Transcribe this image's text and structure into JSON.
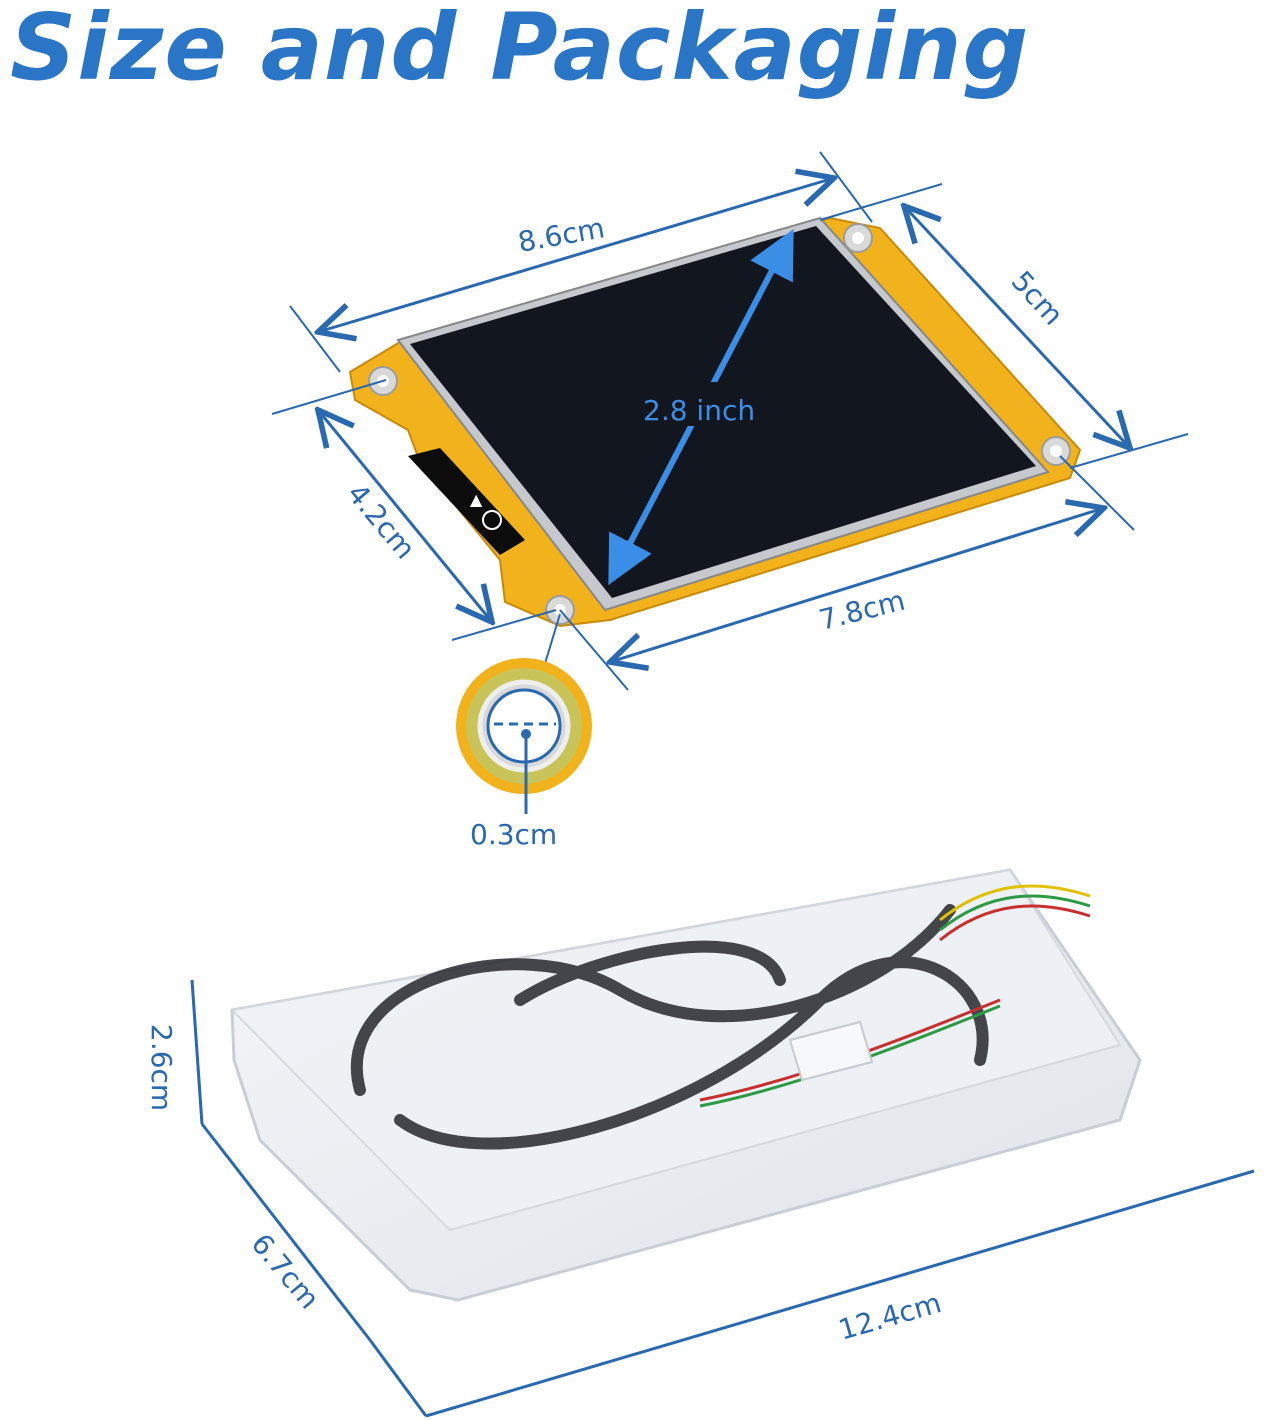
{
  "title": "Size and Packaging",
  "colors": {
    "title": "#2b75c6",
    "dimension_line": "#2a68b0",
    "diagonal_arrow": "#3b8ee6",
    "pcb": "#f2b21c",
    "screen": "#12161f"
  },
  "display_module": {
    "dimensions": {
      "total_length": "8.6cm",
      "width": "5cm",
      "screen_diagonal": "2.8 inch",
      "mounting_hole_spacing_short": "4.2cm",
      "mounting_hole_spacing_long": "7.8cm",
      "mounting_hole_diameter": "0.3cm"
    }
  },
  "packaging_box": {
    "dimensions": {
      "height": "2.6cm",
      "width": "6.7cm",
      "length": "12.4cm"
    }
  }
}
